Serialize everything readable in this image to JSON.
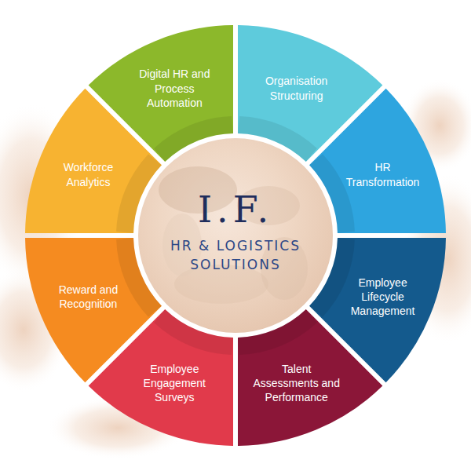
{
  "diagram": {
    "nodes": [
      {
        "text": [
          "I.F.",
          "HR & LOGISTICS SOLUTIONS"
        ]
      },
      {
        "text": [
          "Digital HR and Process Automation"
        ]
      },
      {
        "text": [
          "Organisation Structuring"
        ]
      },
      {
        "text": [
          "HR Transformation"
        ]
      },
      {
        "text": [
          "Employee Lifecycle Management"
        ]
      },
      {
        "text": [
          "Talent Assessments and Performance"
        ]
      },
      {
        "text": [
          "Employee Engagement Surveys"
        ]
      },
      {
        "text": [
          "Reward and Recognition"
        ]
      },
      {
        "text": [
          "Workforce Analytics"
        ]
      }
    ]
  }
}
